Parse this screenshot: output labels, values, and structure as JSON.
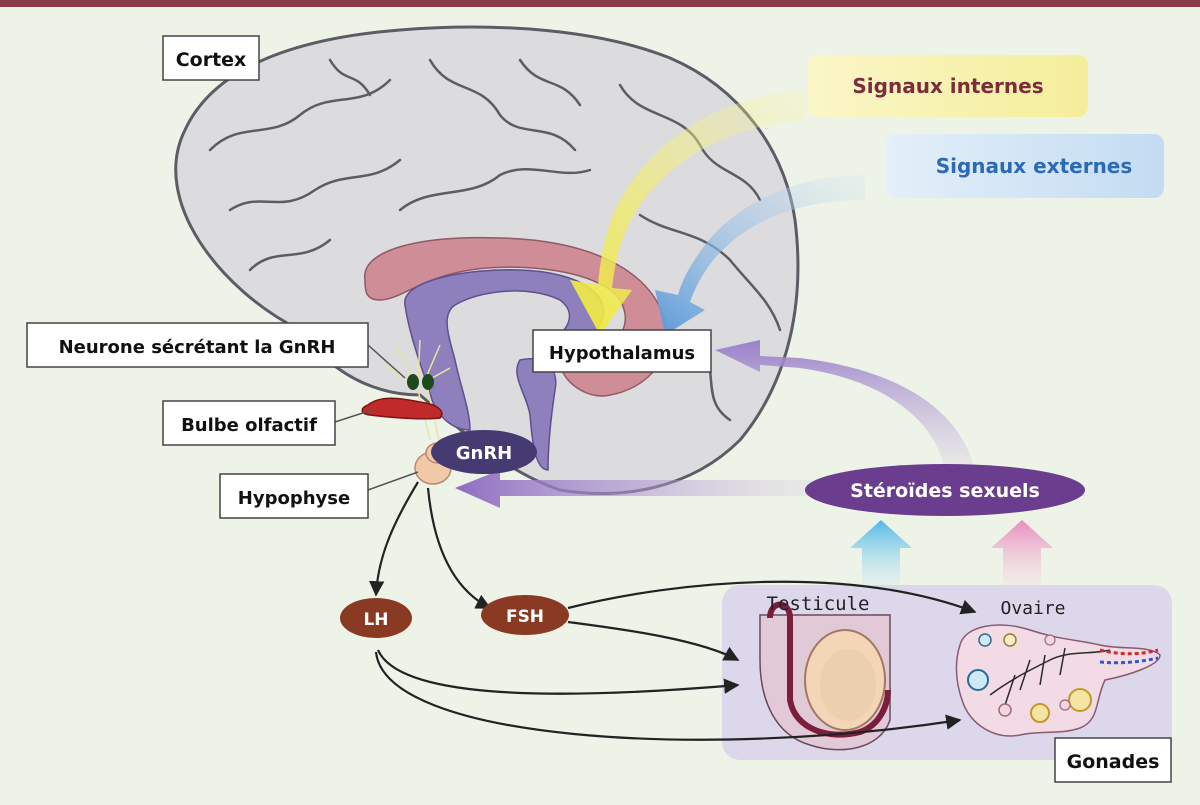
{
  "labels": {
    "cortex": "Cortex",
    "neurone": "Neurone sécrétant la GnRH",
    "bulbe": "Bulbe olfactif",
    "hypophyse": "Hypophyse",
    "hypothalamus": "Hypothalamus",
    "signaux_internes": "Signaux internes",
    "signaux_externes": "Signaux externes",
    "gnrh": "GnRH",
    "steroides": "Stéroïdes sexuels",
    "lh": "LH",
    "fsh": "FSH",
    "testicule": "Testicule",
    "ovaire": "Ovaire",
    "gonades": "Gonades"
  },
  "colors": {
    "background": "#eef3e7",
    "top_rule": "#8a3a48",
    "brain_fill": "#dcdcdf",
    "limbic_pink": "#cf8e97",
    "limbic_purple": "#8e7fbd",
    "signal_internal": "#f2ec52",
    "signal_external": "#7aaee0",
    "steroid_purple": "#6a3d8e",
    "hormone_brown": "#8a3a22",
    "gonad_panel": "#ddd7ec"
  }
}
